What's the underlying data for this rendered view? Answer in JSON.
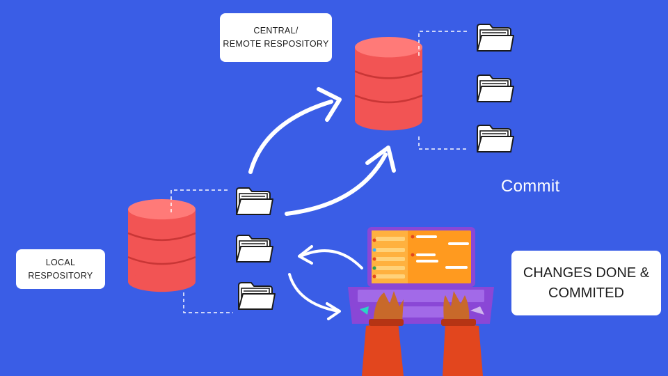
{
  "labels": {
    "central_repository": "CENTRAL/\nREMOTE RESPOSITORY",
    "local_repository": "LOCAL\nRESPOSITORY",
    "changes_done": "CHANGES DONE &\nCOMMITED",
    "commit": "Commit"
  },
  "colors": {
    "background": "#3a5de6",
    "database": "#f25454",
    "database_top": "#ff7a78",
    "box": "#ffffff",
    "arrow": "#ffffff",
    "laptop": "#8a47d6",
    "screen": "#ff9a1f",
    "sleeve": "#e2461e",
    "hand": "#c8692a"
  },
  "icons": [
    "database-icon",
    "folder-icon",
    "laptop-icon",
    "hands-icon",
    "arrow-icon"
  ]
}
